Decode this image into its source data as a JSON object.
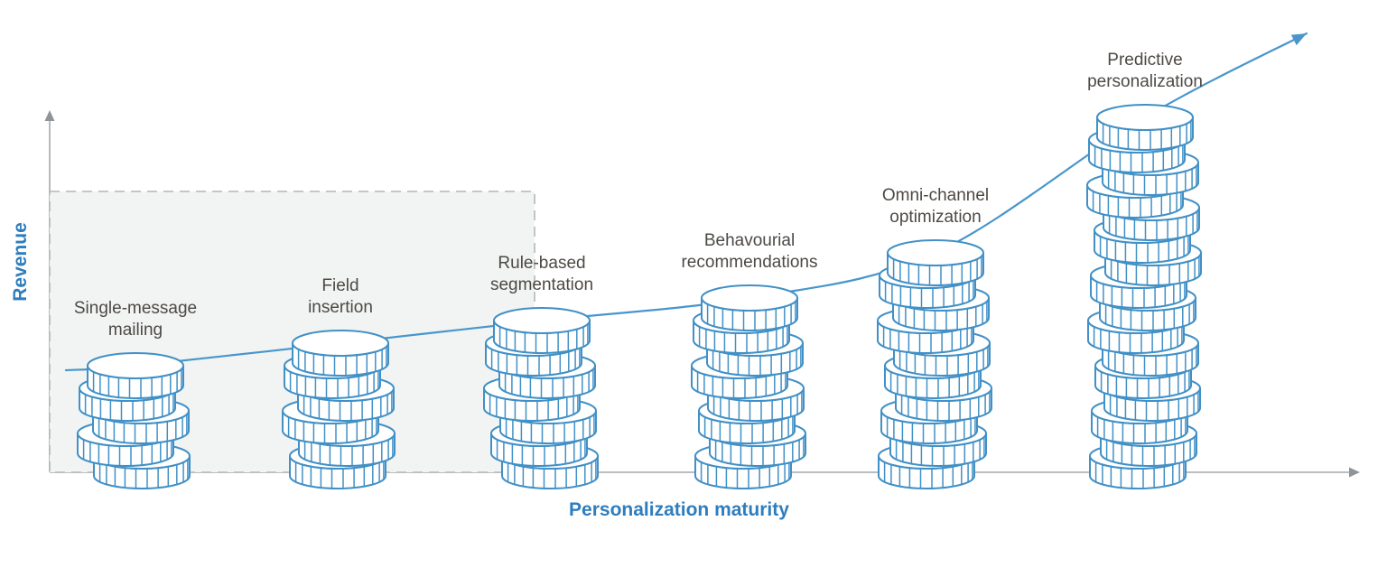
{
  "figure": {
    "y_axis_label": "Revenue",
    "x_axis_label": "Personalization maturity",
    "stages": [
      {
        "id": "single-message-mailing",
        "label_lines": [
          "Single-message",
          "mailing"
        ],
        "coins": 5
      },
      {
        "id": "field-insertion",
        "label_lines": [
          "Field",
          "insertion"
        ],
        "coins": 6
      },
      {
        "id": "rule-based-segmentation",
        "label_lines": [
          "Rule-based",
          "segmentation"
        ],
        "coins": 7
      },
      {
        "id": "behavourial-recommendations",
        "label_lines": [
          "Behavourial",
          "recommendations"
        ],
        "coins": 8
      },
      {
        "id": "omni-channel-optimization",
        "label_lines": [
          "Omni-channel",
          "optimization"
        ],
        "coins": 10
      },
      {
        "id": "predictive-personalization",
        "label_lines": [
          "Predictive",
          "personalization"
        ],
        "coins": 16
      }
    ],
    "colors": {
      "coin_stroke": "#4190c6",
      "coin_fill": "#ffffff",
      "curve": "#4896cb",
      "axis": "#a4a9ac",
      "axis_arrow": "#8e9497",
      "stage_label": "#4d4945",
      "axis_label": "#2e7dbe",
      "region_fill": "#f1f4f3",
      "region_border": "#b2b7b7"
    }
  }
}
